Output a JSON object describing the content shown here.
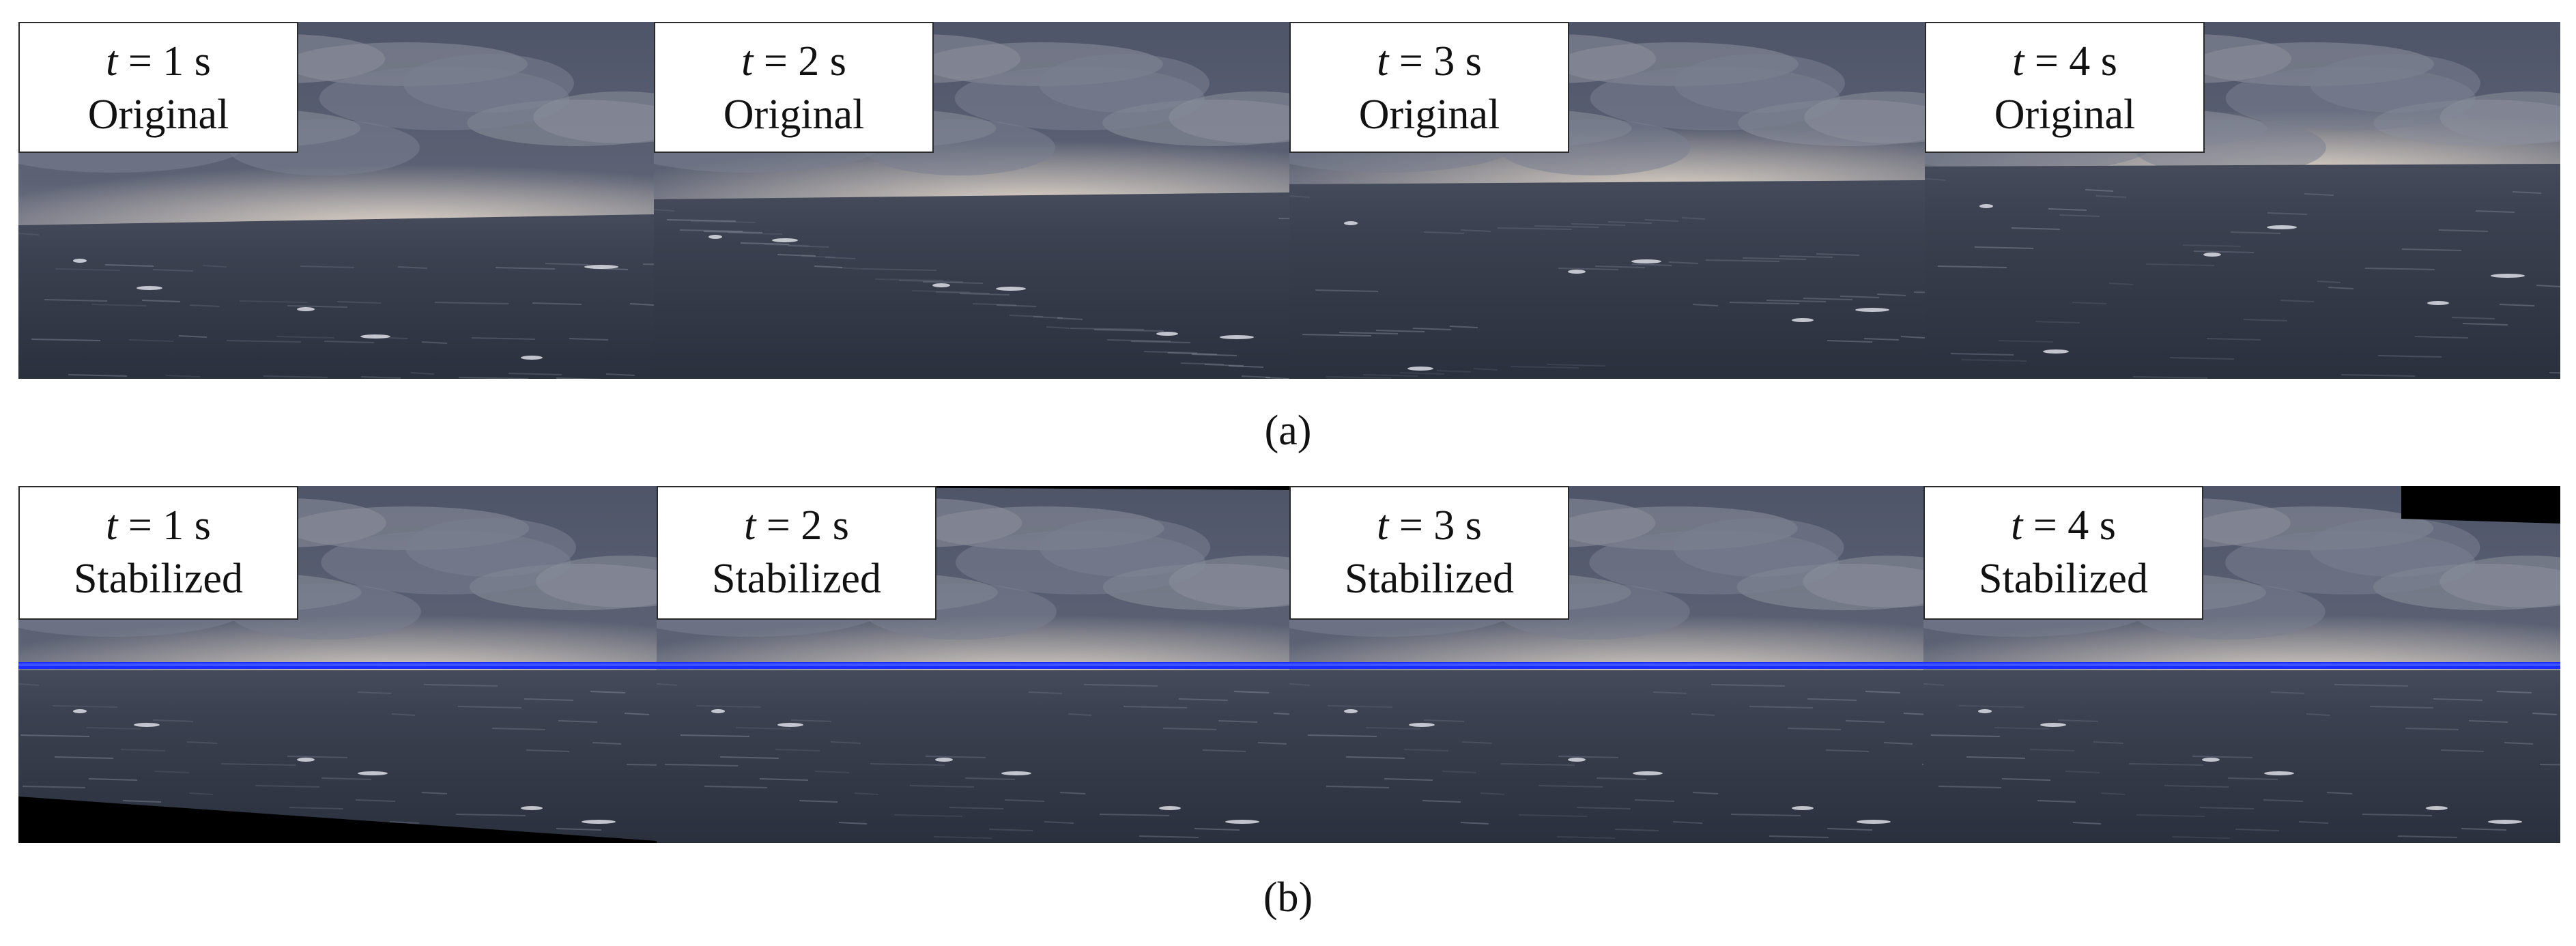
{
  "panels": [
    {
      "id": "a",
      "caption": "(a)",
      "frames": [
        {
          "time_prefix": "t",
          "time_value": "= 1 s",
          "label": "Original"
        },
        {
          "time_prefix": "t",
          "time_value": "= 2 s",
          "label": "Original"
        },
        {
          "time_prefix": "t",
          "time_value": "= 3 s",
          "label": "Original"
        },
        {
          "time_prefix": "t",
          "time_value": "= 4 s",
          "label": "Original"
        }
      ]
    },
    {
      "id": "b",
      "caption": "(b)",
      "frames": [
        {
          "time_prefix": "t",
          "time_value": "= 1 s",
          "label": "Stabilized"
        },
        {
          "time_prefix": "t",
          "time_value": "= 2 s",
          "label": "Stabilized"
        },
        {
          "time_prefix": "t",
          "time_value": "= 3 s",
          "label": "Stabilized"
        },
        {
          "time_prefix": "t",
          "time_value": "= 4 s",
          "label": "Stabilized"
        }
      ]
    }
  ],
  "colors": {
    "sky_dark": "#5d6375",
    "sky_light": "#c8c4c0",
    "sea_dark": "#2b303d",
    "sea_mid": "#3b4150",
    "horizon_line": "#1a2cff"
  }
}
